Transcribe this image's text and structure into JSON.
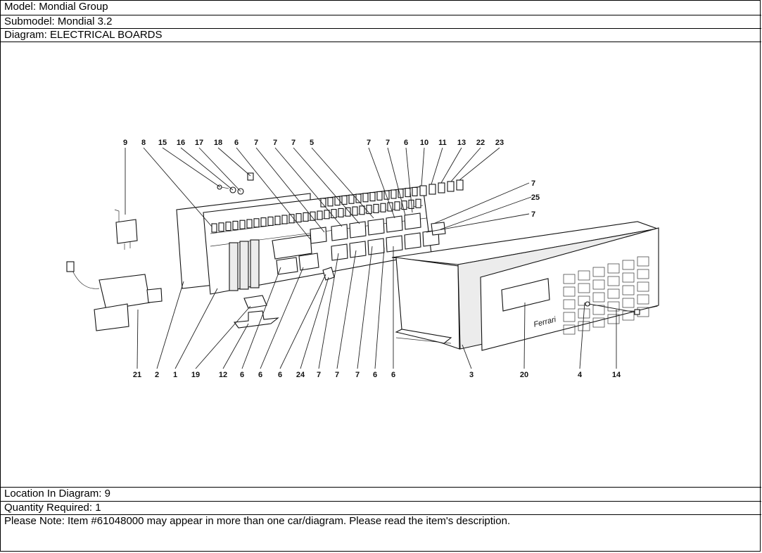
{
  "header": {
    "model": "Model: Mondial Group",
    "submodel": "Submodel: Mondial 3.2",
    "diagram": "Diagram: ELECTRICAL BOARDS"
  },
  "diagram": {
    "top_labels": [
      "9",
      "8",
      "15",
      "16",
      "17",
      "18",
      "6",
      "7",
      "7",
      "7",
      "5",
      "7",
      "7",
      "6",
      "10",
      "11",
      "13",
      "22",
      "23"
    ],
    "side_labels": [
      "7",
      "25",
      "7"
    ],
    "bottom_labels": [
      "21",
      "2",
      "1",
      "19",
      "12",
      "6",
      "6",
      "6",
      "24",
      "7",
      "7",
      "7",
      "6",
      "6",
      "3",
      "20",
      "4",
      "14"
    ],
    "brand": "Ferrari"
  },
  "footer": {
    "location": "Location In Diagram: 9",
    "quantity": "Quantity Required: 1",
    "note": "Please Note: Item #61048000 may appear in more than one car/diagram. Please read the item's description."
  }
}
